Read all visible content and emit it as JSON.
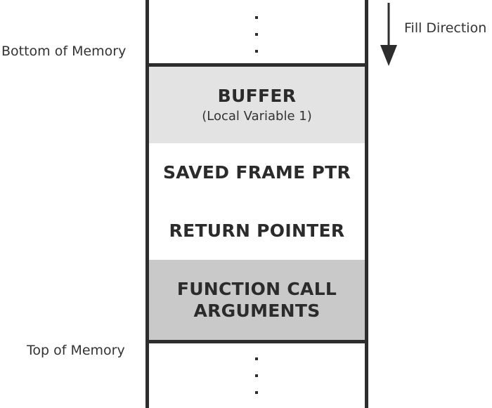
{
  "labels": {
    "bottom_of_memory": "Bottom of Memory",
    "top_of_memory": "Top of Memory",
    "fill_direction": "Fill Direction"
  },
  "stack": {
    "blocks": [
      {
        "title": "BUFFER",
        "subtitle": "(Local Variable 1)",
        "fill_color": "#e3e3e3"
      },
      {
        "title": "SAVED FRAME PTR",
        "fill_color": "#ffffff"
      },
      {
        "title": "RETURN POINTER",
        "fill_color": "#ffffff"
      },
      {
        "title_line1": "FUNCTION CALL",
        "title_line2": "ARGUMENTS",
        "fill_color": "#c9c9c9"
      }
    ],
    "continuation_symbol": "vertical-ellipsis"
  },
  "colors": {
    "line": "#2d2d2d",
    "text": "#2b2b2b"
  },
  "icons": {
    "fill_arrow": "down-arrow-icon"
  }
}
